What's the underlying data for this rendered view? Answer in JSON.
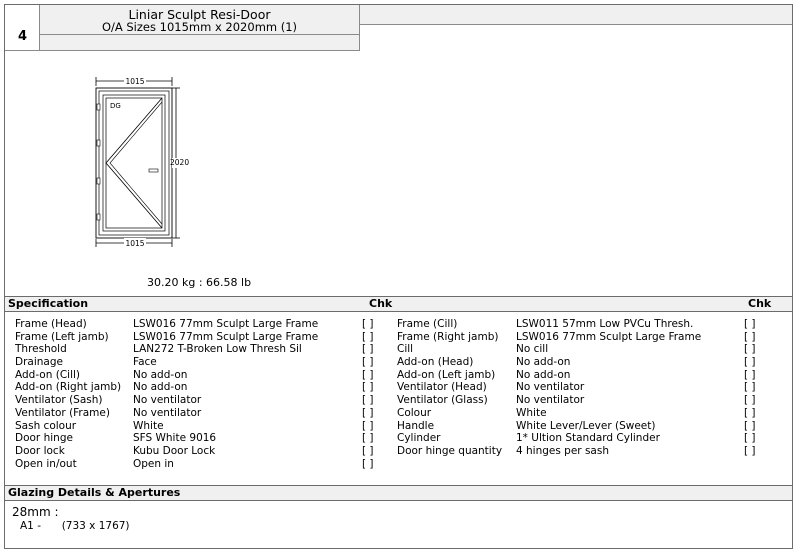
{
  "header": {
    "number": "4",
    "title": "Liniar Sculpt Resi-Door",
    "subtitle": "O/A Sizes 1015mm x 2020mm (1)"
  },
  "drawing": {
    "width_label_top": "1015",
    "width_label_bottom": "1015",
    "height_label": "2020",
    "glass_label": "DG"
  },
  "weight_text": "30.20 kg  :  66.58 lb",
  "spec": {
    "title": "Specification",
    "chk_label": "Chk",
    "checkbox": "[   ]",
    "left": [
      {
        "label": "Frame (Head)",
        "value": "LSW016 77mm Sculpt Large Frame"
      },
      {
        "label": "Frame (Left jamb)",
        "value": "LSW016 77mm Sculpt Large Frame"
      },
      {
        "label": "Threshold",
        "value": "LAN272 T-Broken Low Thresh Sil"
      },
      {
        "label": "Drainage",
        "value": "Face"
      },
      {
        "label": "Add-on (Cill)",
        "value": "No add-on"
      },
      {
        "label": "Add-on (Right jamb)",
        "value": "No add-on"
      },
      {
        "label": "Ventilator (Sash)",
        "value": "No ventilator"
      },
      {
        "label": "Ventilator (Frame)",
        "value": "No ventilator"
      },
      {
        "label": "Sash colour",
        "value": "White"
      },
      {
        "label": "Door hinge",
        "value": "SFS White 9016"
      },
      {
        "label": "Door lock",
        "value": "Kubu Door Lock"
      },
      {
        "label": "Open in/out",
        "value": "Open in"
      }
    ],
    "right": [
      {
        "label": "Frame (Cill)",
        "value": "LSW011 57mm Low PVCu Thresh."
      },
      {
        "label": "Frame (Right jamb)",
        "value": "LSW016 77mm Sculpt Large Frame"
      },
      {
        "label": "Cill",
        "value": "No cill"
      },
      {
        "label": "Add-on (Head)",
        "value": "No add-on"
      },
      {
        "label": "Add-on (Left jamb)",
        "value": "No add-on"
      },
      {
        "label": "Ventilator (Head)",
        "value": "No ventilator"
      },
      {
        "label": "Ventilator (Glass)",
        "value": "No ventilator"
      },
      {
        "label": "Colour",
        "value": "White"
      },
      {
        "label": "Handle",
        "value": "White Lever/Lever (Sweet)"
      },
      {
        "label": "Cylinder",
        "value": "1* Ultion Standard Cylinder"
      },
      {
        "label": "Door hinge quantity",
        "value": "4 hinges per sash"
      }
    ]
  },
  "glazing": {
    "title": "Glazing Details & Apertures",
    "thickness": "28mm :",
    "items": [
      {
        "code": "A1 -",
        "size": "(733  x 1767)"
      }
    ]
  }
}
